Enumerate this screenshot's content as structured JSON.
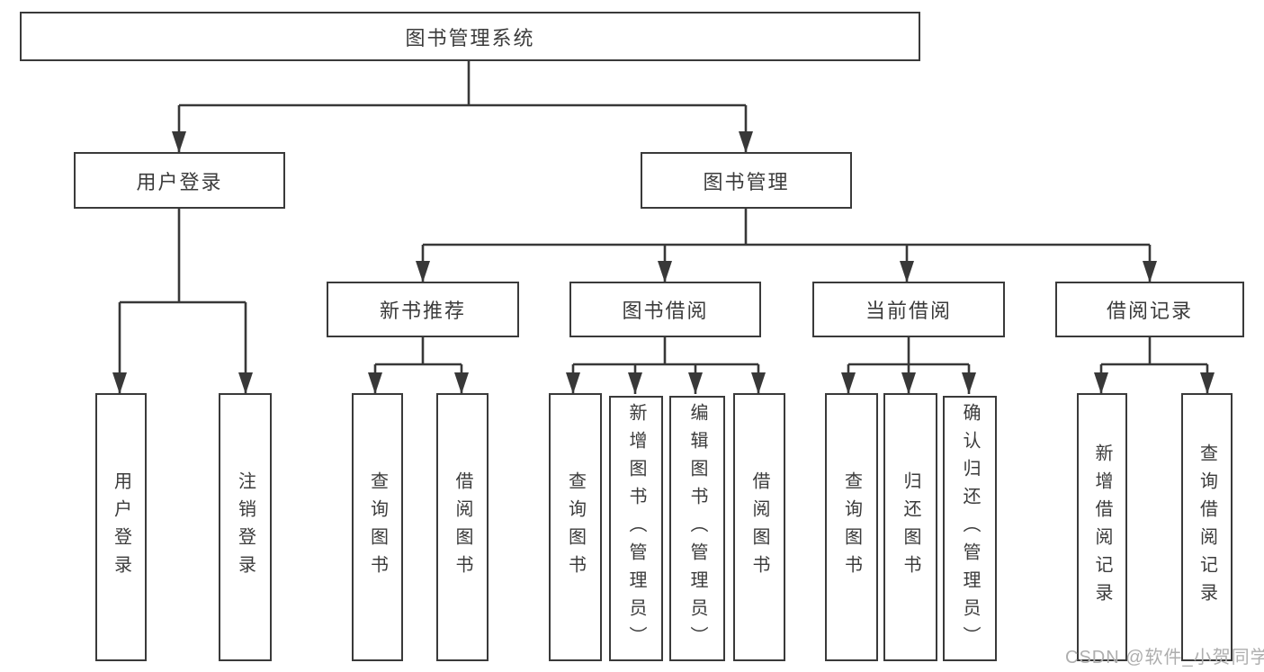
{
  "diagram": {
    "title": "图书管理系统",
    "watermark": "CSDN @软件_小贺同学",
    "colors": {
      "line": "#383838",
      "box_border": "#3a3a3a",
      "text": "#3b3b3b",
      "watermark": "#aeaeae",
      "background": "#ffffff"
    },
    "nodes": {
      "root": {
        "label": "图书管理系统"
      },
      "user_login": {
        "label": "用户登录"
      },
      "book_management": {
        "label": "图书管理"
      },
      "user_login_action": {
        "label": "用户登录"
      },
      "logout_action": {
        "label": "注销登录"
      },
      "new_book_recommendation": {
        "label": "新书推荐"
      },
      "book_borrowing": {
        "label": "图书借阅"
      },
      "current_borrowing": {
        "label": "当前借阅"
      },
      "borrowing_records": {
        "label": "借阅记录"
      },
      "nbr_query_books": {
        "label": "查询图书"
      },
      "nbr_borrow_books": {
        "label": "借阅图书"
      },
      "bb_query_books": {
        "label": "查询图书"
      },
      "bb_add_books_admin": {
        "label": "新增图书（管理员）"
      },
      "bb_edit_books_admin": {
        "label": "编辑图书（管理员）"
      },
      "bb_borrow_books": {
        "label": "借阅图书"
      },
      "cb_query_books": {
        "label": "查询图书"
      },
      "cb_return_books": {
        "label": "归还图书"
      },
      "cb_confirm_return_admin": {
        "label": "确认归还（管理员）"
      },
      "br_add_record": {
        "label": "新增借阅记录"
      },
      "br_query_record": {
        "label": "查询借阅记录"
      }
    },
    "hierarchy": {
      "图书管理系统": {
        "用户登录": [
          "用户登录",
          "注销登录"
        ],
        "图书管理": {
          "新书推荐": [
            "查询图书",
            "借阅图书"
          ],
          "图书借阅": [
            "查询图书",
            "新增图书（管理员）",
            "编辑图书（管理员）",
            "借阅图书"
          ],
          "当前借阅": [
            "查询图书",
            "归还图书",
            "确认归还（管理员）"
          ],
          "借阅记录": [
            "新增借阅记录",
            "查询借阅记录"
          ]
        }
      }
    }
  }
}
